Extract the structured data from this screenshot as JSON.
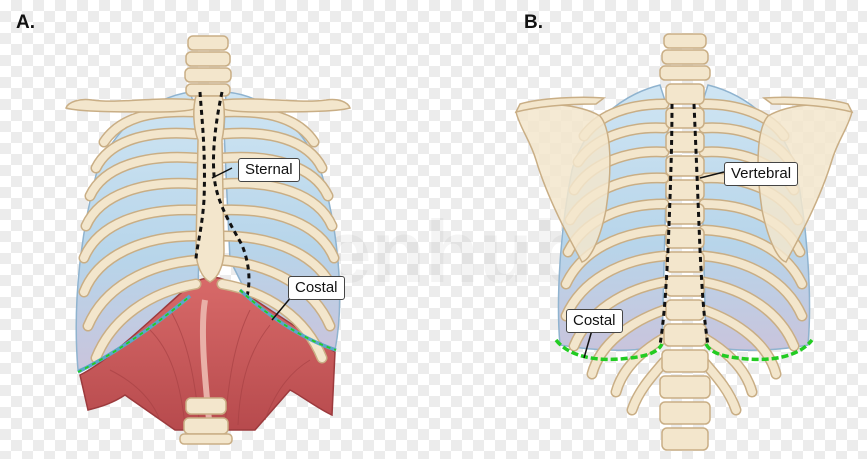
{
  "panels": {
    "a": {
      "letter": "A.",
      "labels": {
        "sternal": "Sternal",
        "costal": "Costal"
      }
    },
    "b": {
      "letter": "B.",
      "labels": {
        "vertebral": "Vertebral",
        "costal": "Costal"
      }
    }
  },
  "watermark": "kenhub",
  "colors": {
    "bone": "#f3e6cc",
    "bone_outline": "#c9ae85",
    "lung": "#bcd9ec",
    "lung_outline": "#8fb3cf",
    "diaphragm": "#c9575a",
    "cartilage": "#e9dcc2",
    "border_line": "#111111",
    "costal_line": "#22cc22",
    "costal_line_outline": "#5aa7c9"
  }
}
